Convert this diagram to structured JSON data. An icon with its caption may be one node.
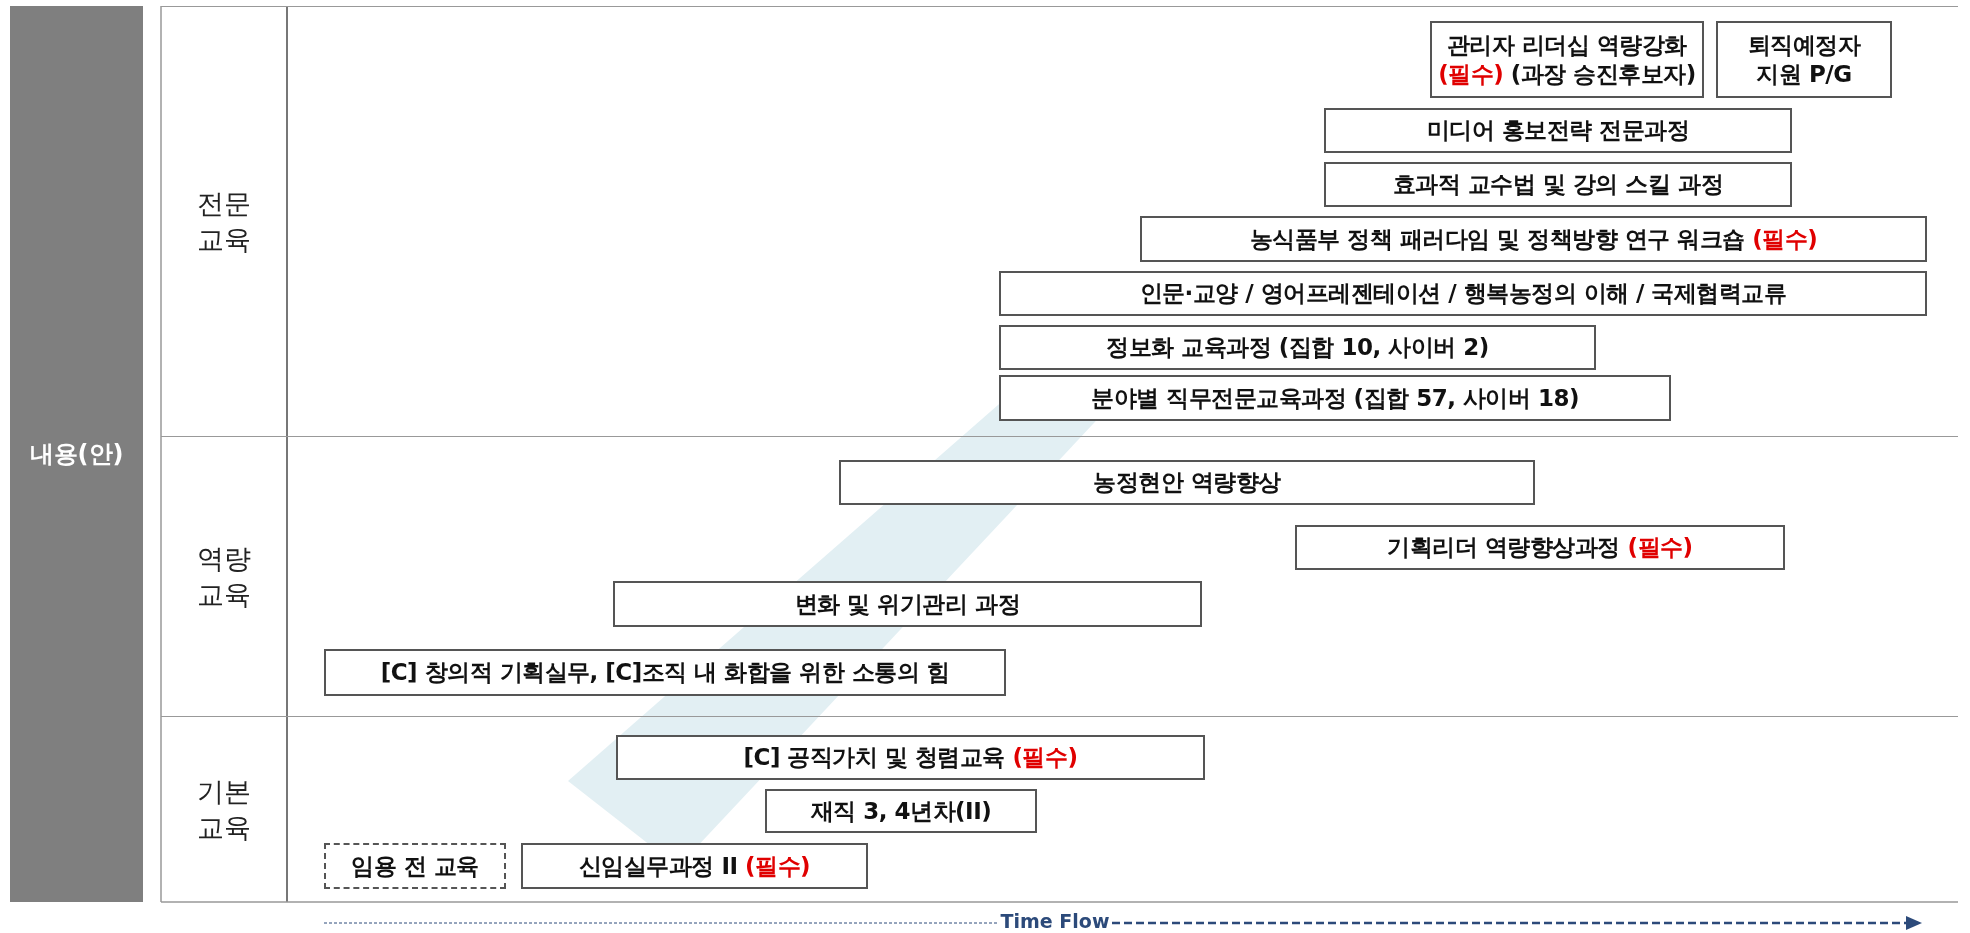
{
  "diagram": {
    "nodes": [
      {
        "text": [
          "내용(안)"
        ]
      },
      {
        "text": [
          "전문 교육"
        ]
      },
      {
        "text": [
          "관리자 리더십 역량강화",
          "(필수)",
          "(과장 승진후보자)"
        ],
        "in": 1
      },
      {
        "text": [
          "퇴직예정자 지원 P/G"
        ],
        "in": 1
      },
      {
        "text": [
          "미디어 홍보전략 전문과정"
        ],
        "in": 1
      },
      {
        "text": [
          "효과적 교수법 및 강의 스킬 과정"
        ],
        "in": 1
      },
      {
        "text": [
          "농식품부 정책 패러다임 및 정책방향 연구 워크숍",
          "(필수)"
        ],
        "in": 1
      },
      {
        "text": [
          "인문·교양  / 영어프레젠테이션  /  행복농정의 이해  / 국제협력교류"
        ],
        "in": 1
      },
      {
        "text": [
          "정보화 교육과정 (집합 10, 사이버 2)"
        ],
        "in": 1
      },
      {
        "text": [
          "분야별 직무전문교육과정 (집합 57, 사이버 18)"
        ],
        "in": 1
      },
      {
        "text": [
          "역량 교육"
        ]
      },
      {
        "text": [
          "농정현안 역량향상"
        ],
        "in": 10
      },
      {
        "text": [
          "기획리더 역량향상과정",
          "(필수)"
        ],
        "in": 10
      },
      {
        "text": [
          "변화 및 위기관리 과정"
        ],
        "in": 10
      },
      {
        "text": [
          "[C]  창의적 기획실무,  [C]조직 내 화합을 위한 소통의 힘"
        ],
        "in": 10
      },
      {
        "text": [
          "기본 교육"
        ]
      },
      {
        "text": [
          "[C] 공직가치 및 청렴교육",
          "(필수)"
        ],
        "in": 15
      },
      {
        "text": [
          "재직 3, 4년차(II)"
        ],
        "in": 15
      },
      {
        "text": [
          "임용 전 교육"
        ],
        "in": 15
      },
      {
        "text": [
          "신임실무과정 II",
          "(필수)"
        ],
        "in": 15
      }
    ],
    "edges": [],
    "labels": [
      "Time Flow"
    ]
  }
}
